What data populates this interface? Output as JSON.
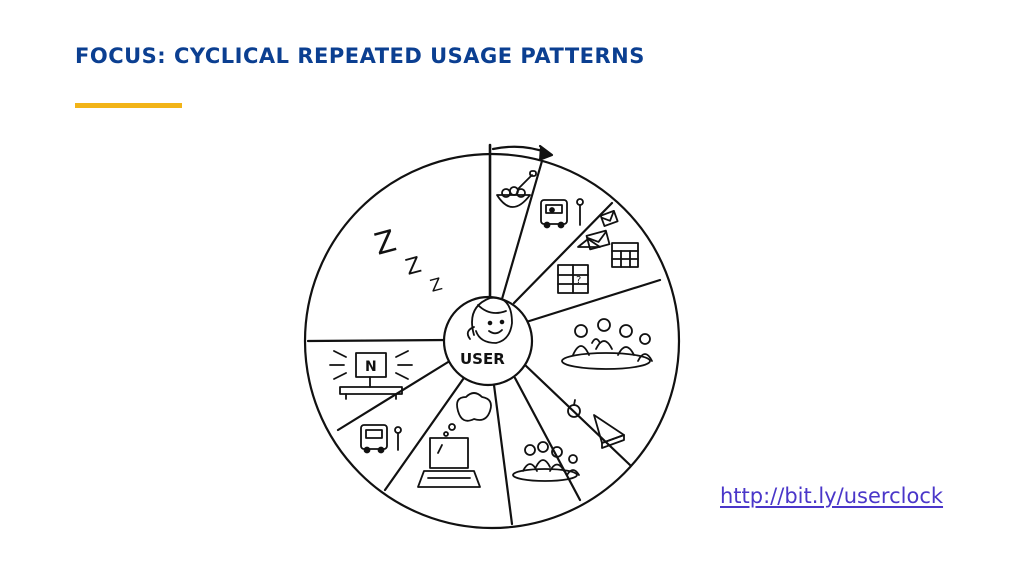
{
  "slide": {
    "title": "FOCUS: CYCLICAL REPEATED USAGE PATTERNS",
    "link": "http://bit.ly/userclock"
  },
  "diagram": {
    "center_label": "USER",
    "sleep_text": [
      "Z",
      "Z",
      "Z"
    ],
    "monitor_label": "N",
    "calendar_mark": "?",
    "segments": [
      {
        "icon": "breakfast-bowl-icon"
      },
      {
        "icon": "bus-commute-icon"
      },
      {
        "icon": "email-calendar-icon"
      },
      {
        "icon": "meeting-icon"
      },
      {
        "icon": "lunch-sandwich-icon"
      },
      {
        "icon": "meeting-small-icon"
      },
      {
        "icon": "laptop-thinking-icon"
      },
      {
        "icon": "bus-return-icon"
      },
      {
        "icon": "tv-evening-icon"
      },
      {
        "icon": "sleep-icon"
      }
    ]
  },
  "colors": {
    "title": "#0b3f91",
    "accent": "#f2b418",
    "link": "#4a36c9",
    "ink": "#111111"
  }
}
